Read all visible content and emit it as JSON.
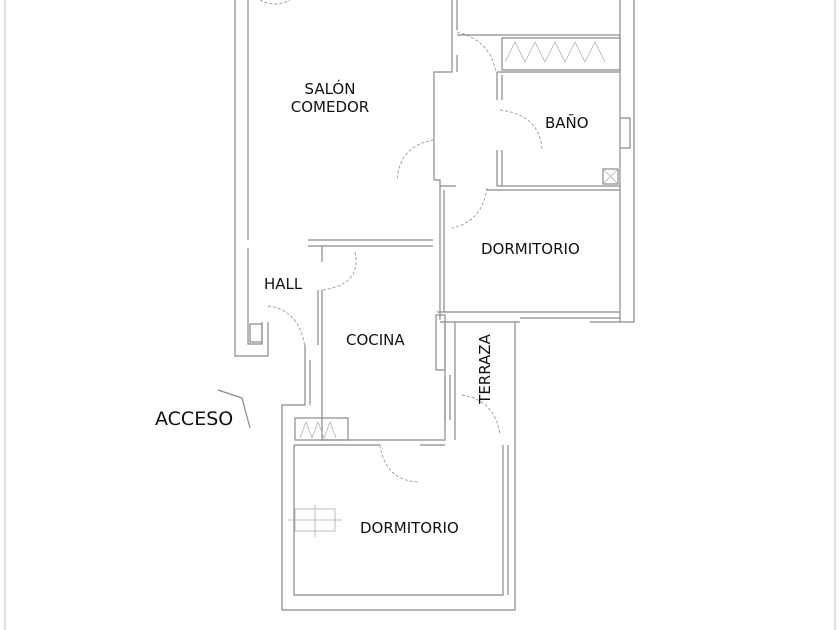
{
  "plan": {
    "rooms": {
      "salon_line1": "SALÓN",
      "salon_line2": "COMEDOR",
      "bano": "BAÑO",
      "dormitorio_1": "DORMITORIO",
      "hall": "HALL",
      "cocina": "COCINA",
      "terraza": "TERRAZA",
      "dormitorio_2": "DORMITORIO"
    },
    "acceso": "ACCESO"
  }
}
